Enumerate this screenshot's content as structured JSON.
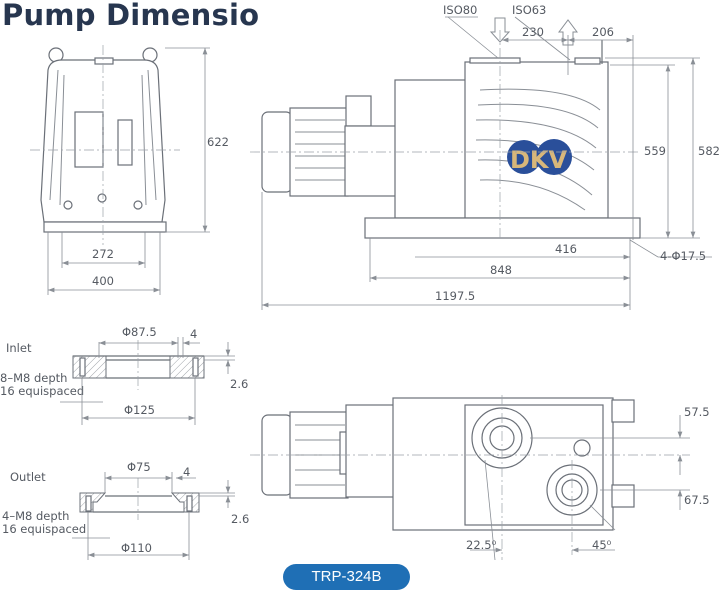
{
  "title": "Pump Dimensio",
  "model_label": "TRP-324B",
  "brand_logo": "DKV",
  "colors": {
    "title": "#27364f",
    "model_badge": "#1f6fb5",
    "logo_blue": "#2a4f9a",
    "logo_gold": "#d8b77a"
  },
  "front_view": {
    "height": "622",
    "foot_spacing": "272",
    "width": "400"
  },
  "side_view": {
    "inlet_port": "ISO80",
    "outlet_port": "ISO63",
    "port_spacing": "230",
    "outlet_to_end": "206",
    "height_body": "559",
    "height_total": "582",
    "base_hole_spacing": "416",
    "base_length": "848",
    "total_length": "1197.5",
    "mount_holes": "4-Φ17.5"
  },
  "top_view": {
    "offset_top": "57.5",
    "offset_bottom": "67.5",
    "angle_left": "22.5⁰",
    "angle_right": "45⁰"
  },
  "inlet_flange": {
    "label": "Inlet",
    "inner_dia": "Φ87.5",
    "step": "4",
    "thickness": "2.6",
    "holes_line1": "8–M8 depth",
    "holes_line2": "16 equispaced",
    "outer_dia": "Φ125"
  },
  "outlet_flange": {
    "label": "Outlet",
    "inner_dia": "Φ75",
    "step": "4",
    "thickness": "2.6",
    "holes_line1": "4–M8 depth",
    "holes_line2": "16 equispaced",
    "outer_dia": "Φ110"
  }
}
